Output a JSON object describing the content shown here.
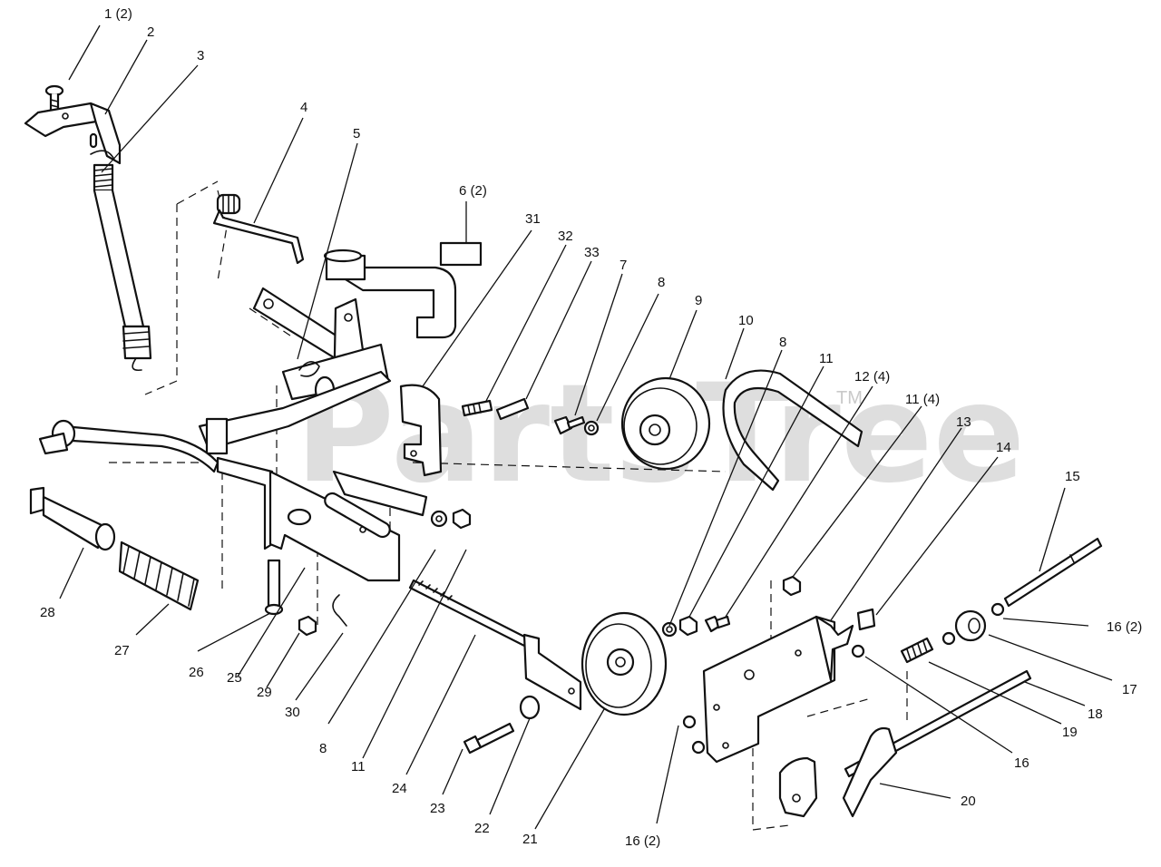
{
  "watermark": {
    "text": "PartsTree",
    "trademark": "TM"
  },
  "callouts": [
    {
      "id": "c1",
      "text": "1 (2)"
    },
    {
      "id": "c2",
      "text": "2"
    },
    {
      "id": "c3",
      "text": "3"
    },
    {
      "id": "c4",
      "text": "4"
    },
    {
      "id": "c5",
      "text": "5"
    },
    {
      "id": "c6",
      "text": "6 (2)"
    },
    {
      "id": "c31",
      "text": "31"
    },
    {
      "id": "c32",
      "text": "32"
    },
    {
      "id": "c33",
      "text": "33"
    },
    {
      "id": "c7",
      "text": "7"
    },
    {
      "id": "c8a",
      "text": "8"
    },
    {
      "id": "c9",
      "text": "9"
    },
    {
      "id": "c10",
      "text": "10"
    },
    {
      "id": "c8b",
      "text": "8"
    },
    {
      "id": "c11a",
      "text": "11"
    },
    {
      "id": "c12",
      "text": "12 (4)"
    },
    {
      "id": "c11b",
      "text": "11 (4)"
    },
    {
      "id": "c13",
      "text": "13"
    },
    {
      "id": "c14",
      "text": "14"
    },
    {
      "id": "c15",
      "text": "15"
    },
    {
      "id": "c16a",
      "text": "16 (2)"
    },
    {
      "id": "c17",
      "text": "17"
    },
    {
      "id": "c18",
      "text": "18"
    },
    {
      "id": "c19",
      "text": "19"
    },
    {
      "id": "c16b",
      "text": "16"
    },
    {
      "id": "c20",
      "text": "20"
    },
    {
      "id": "c16c",
      "text": "16 (2)"
    },
    {
      "id": "c21",
      "text": "21"
    },
    {
      "id": "c22",
      "text": "22"
    },
    {
      "id": "c23",
      "text": "23"
    },
    {
      "id": "c24",
      "text": "24"
    },
    {
      "id": "c11c",
      "text": "11"
    },
    {
      "id": "c8c",
      "text": "8"
    },
    {
      "id": "c30",
      "text": "30"
    },
    {
      "id": "c29",
      "text": "29"
    },
    {
      "id": "c25",
      "text": "25"
    },
    {
      "id": "c26",
      "text": "26"
    },
    {
      "id": "c27",
      "text": "27"
    },
    {
      "id": "c28",
      "text": "28"
    }
  ]
}
